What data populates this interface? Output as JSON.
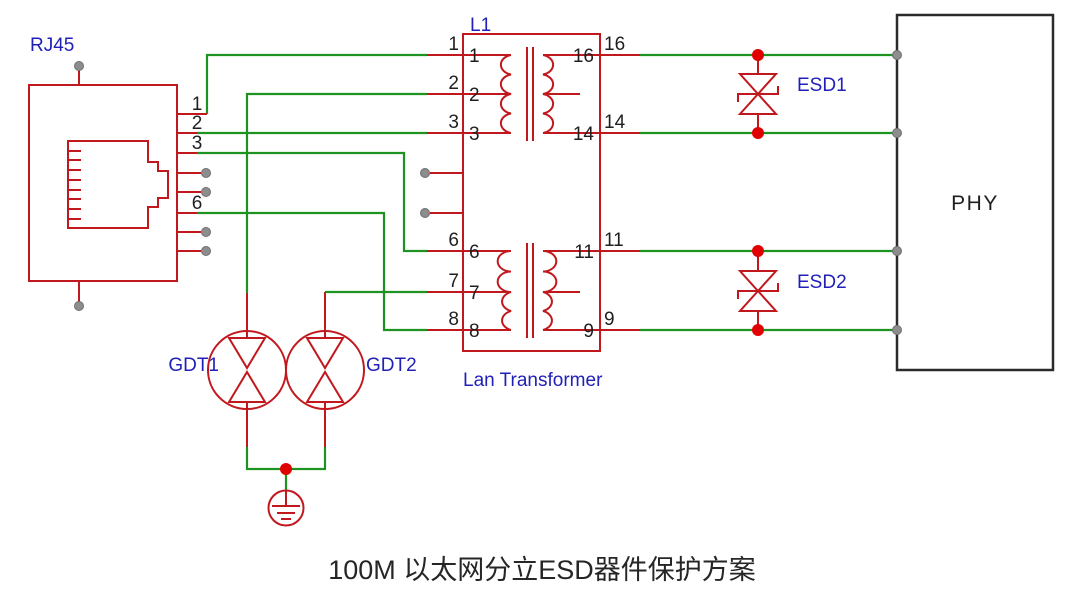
{
  "diagram": {
    "title": "100M 以太网分立ESD器件保护方案",
    "rj45": {
      "label": "RJ45",
      "pin1": "1",
      "pin2": "2",
      "pin3": "3",
      "pin6": "6"
    },
    "transformer": {
      "ref": "L1",
      "name": "Lan Transformer",
      "pin1": "1",
      "pin2": "2",
      "pin3": "3",
      "pin6": "6",
      "pin7": "7",
      "pin8": "8",
      "pin16": "16",
      "pin14": "14",
      "pin11": "11",
      "pin9": "9"
    },
    "esd1": {
      "label": "ESD1"
    },
    "esd2": {
      "label": "ESD2"
    },
    "gdt1": {
      "label": "GDT1"
    },
    "gdt2": {
      "label": "GDT2"
    },
    "phy": {
      "label": "PHY"
    }
  },
  "colors": {
    "component_red": "#c1181d",
    "junction_dot_red": "#e10000",
    "wire_green": "#1e9322",
    "label_blue": "#2121b8",
    "pin_text_black": "#1f1f1f",
    "phy_outline_black": "#2b2b2b",
    "unconnected_pad_gray": "#8d8d8d",
    "background": "#ffffff"
  }
}
